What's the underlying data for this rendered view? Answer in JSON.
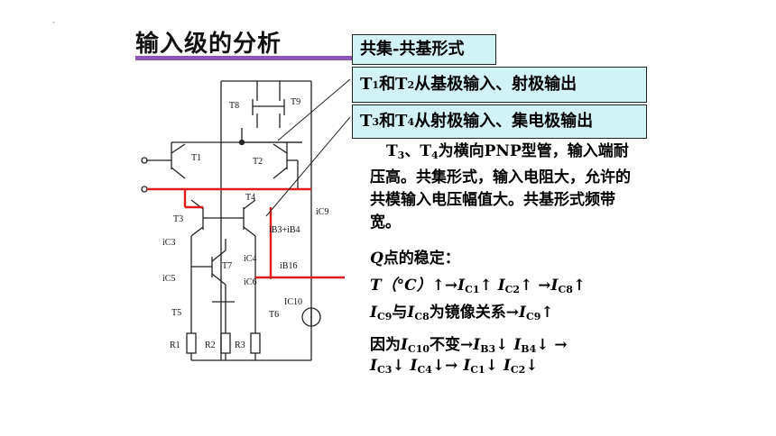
{
  "slide": {
    "title": "输入级的分析",
    "corner_mark": "-"
  },
  "callouts": {
    "box1": "共集-共基形式",
    "box2": {
      "a": "T",
      "a_sub": "1",
      "b": "和T",
      "b_sub": "2",
      "c": "从基极输入、射极输出"
    },
    "box3": {
      "a": "T",
      "a_sub": "3",
      "b": "和T",
      "b_sub": "4",
      "c": "从射极输入、集电极输出"
    }
  },
  "paragraph": {
    "t": "T",
    "s3": "3",
    "sep": "、T",
    "s4": "4",
    "text": "为横向PNP型管，输入端耐压高。共集形式，输入电阻大，允许的共模输入电压幅值大。共基形式频带宽。"
  },
  "q_point": {
    "title_q": "Q",
    "title_rest": "点的稳定：",
    "line1": {
      "a": "T（°C）↑→",
      "i1": "I",
      "s1": "C1",
      "b": "↑ ",
      "i2": "I",
      "s2": "C2",
      "c": "↑ →",
      "i3": "I",
      "s3": "C8",
      "d": "↑"
    },
    "line2": {
      "i1": "I",
      "s1": "C9",
      "a": "与",
      "i2": "I",
      "s2": "C8",
      "b": "为镜像关系→",
      "i3": "I",
      "s3": "C9",
      "c": "↑"
    },
    "line3": {
      "a": "因为",
      "i1": "I",
      "s1": "C10",
      "b": "不变→",
      "i2": "I",
      "s2": "B3",
      "c": "↓ ",
      "i3": "I",
      "s3": "B4",
      "d": "↓ →"
    },
    "line4": {
      "i1": "I",
      "s1": "C3",
      "a": "↓ ",
      "i2": "I",
      "s2": "C4",
      "b": "↓→ ",
      "i3": "I",
      "s3": "C1",
      "c": "↓ ",
      "i4": "I",
      "s4": "C2",
      "d": "↓"
    }
  },
  "circuit": {
    "labels": {
      "t1": "T1",
      "t2": "T2",
      "t3": "T3",
      "t4": "T4",
      "t5": "T5",
      "t6": "T6",
      "t7": "T7",
      "t8": "T8",
      "t9": "T9",
      "r1": "R1",
      "r2": "R2",
      "r3": "R3",
      "ic3": "iC3",
      "ic5": "iC5",
      "ic4": "iC4",
      "ic6": "iC6",
      "ic9": "iC9",
      "ib34": "iB3+iB4",
      "ib16": "iB16",
      "ic10": "IC10"
    },
    "colors": {
      "wire": "#222222",
      "highlight": "#e01b1b"
    }
  }
}
